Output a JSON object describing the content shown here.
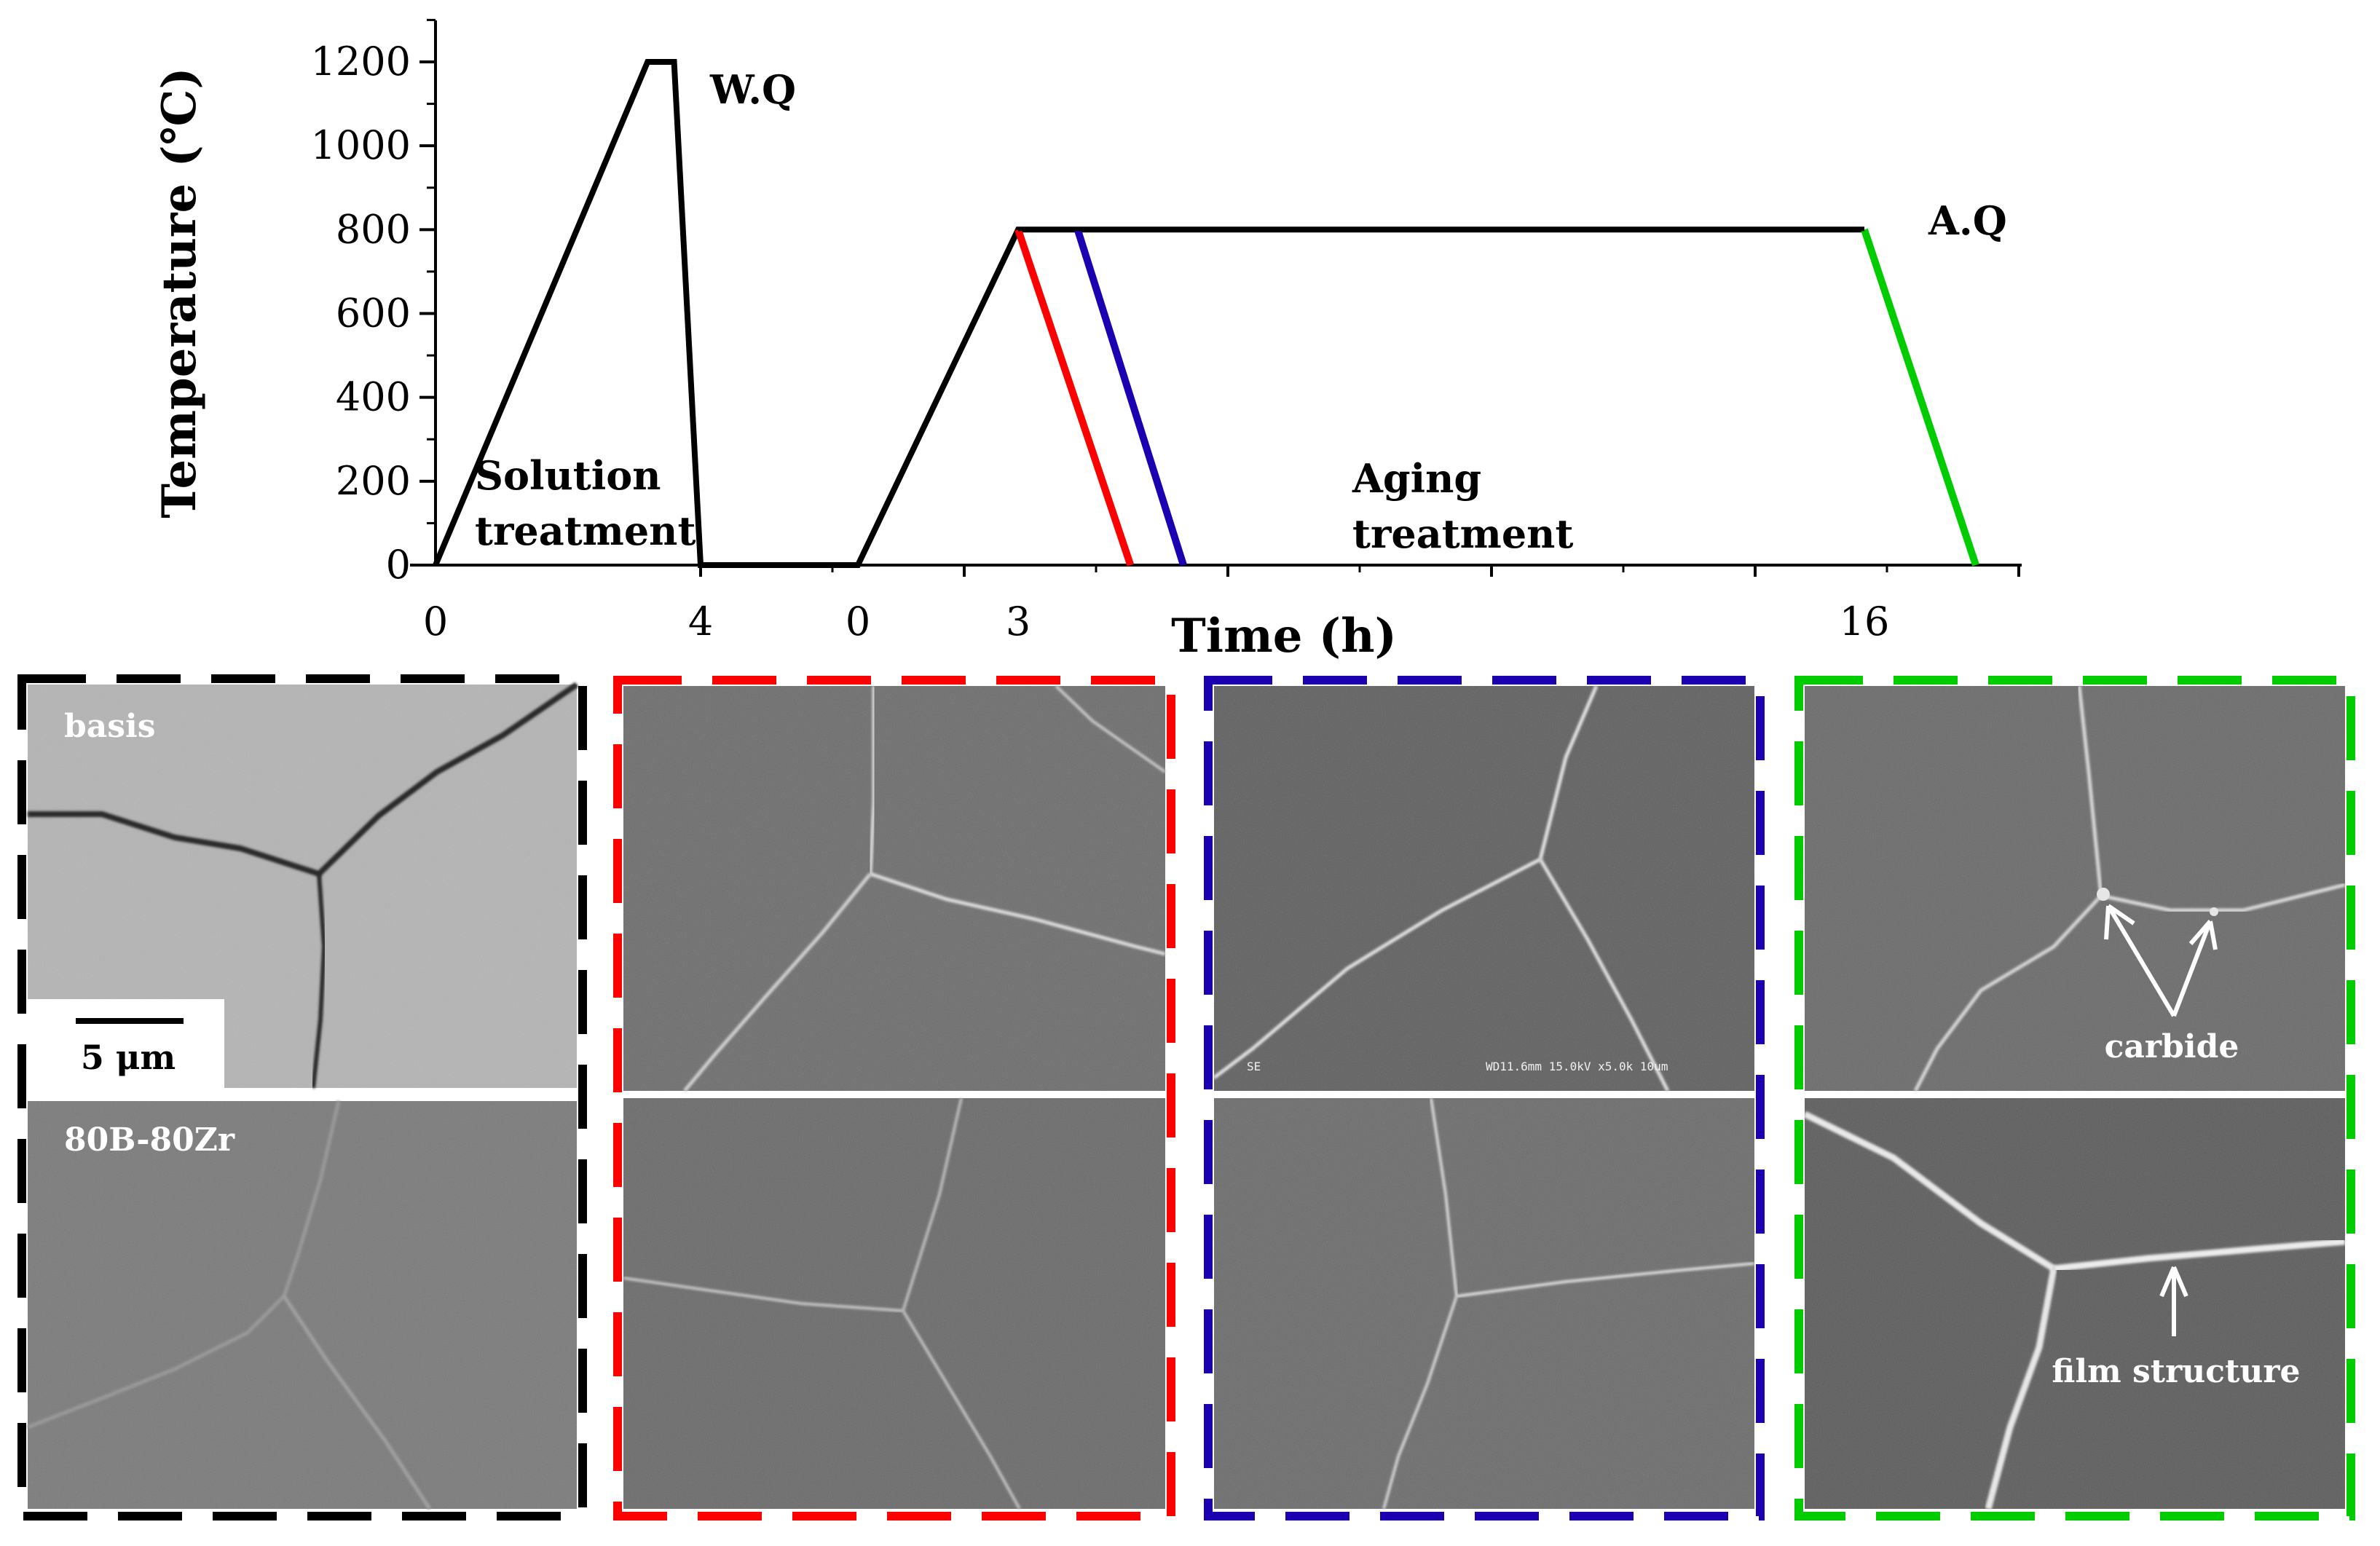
{
  "chart_data": {
    "type": "line",
    "ylabel": "Temperature (℃)",
    "xlabel": "Time (h)",
    "ylim": [
      0,
      1200
    ],
    "y_ticks": [
      "0",
      "200",
      "400",
      "600",
      "800",
      "1000",
      "1200"
    ],
    "x_tick_labels": [
      "0",
      "4",
      "0",
      "3",
      "16"
    ],
    "series": [
      {
        "color": "#000000",
        "points": [
          [
            0,
            0
          ],
          [
            3.2,
            1200
          ],
          [
            3.6,
            1200
          ],
          [
            4,
            0
          ],
          [
            6.3,
            0
          ],
          [
            8.7,
            800
          ],
          [
            21.5,
            800
          ]
        ]
      },
      {
        "color": "#ff0000",
        "points": [
          [
            8.7,
            800
          ],
          [
            10.4,
            0
          ]
        ]
      },
      {
        "color": "#1a00b0",
        "points": [
          [
            9.6,
            800
          ],
          [
            11.2,
            0
          ]
        ]
      },
      {
        "color": "#00cc00",
        "points": [
          [
            21.5,
            800
          ],
          [
            23.2,
            0
          ]
        ]
      }
    ],
    "annotations": {
      "wq": "W.Q",
      "aq": "A.Q",
      "solution_1": "Solution",
      "solution_2": "treatment",
      "aging_1": "Aging",
      "aging_2": "treatment"
    }
  },
  "panels": {
    "frame_colors": [
      "#000000",
      "#ff0000",
      "#1a00b0",
      "#00cc00"
    ],
    "row_labels": [
      "basis",
      "80B-80Zr"
    ],
    "scale_bar": "5 μm",
    "carbide_label": "carbide",
    "film_label": "film structure",
    "sem_info_left": "SE",
    "sem_info_right": "WD11.6mm 15.0kV x5.0k  10um"
  }
}
